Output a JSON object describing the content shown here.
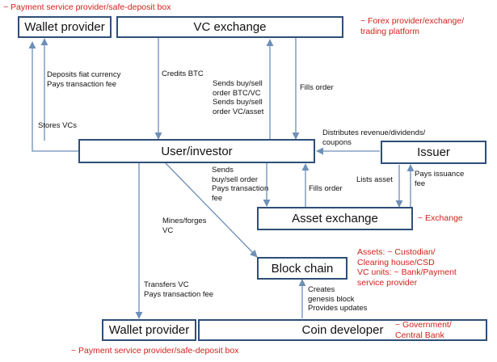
{
  "boxes": {
    "wallet_provider_top": "Wallet provider",
    "vc_exchange": "VC exchange",
    "user_investor": "User/investor",
    "issuer": "Issuer",
    "asset_exchange": "Asset exchange",
    "block_chain": "Block chain",
    "wallet_provider_bottom": "Wallet provider",
    "coin_developer": "Coin developer"
  },
  "edge_labels": {
    "deposits": "Deposits fiat currency\nPays transaction fee",
    "stores_vcs": "Stores VCs",
    "credits_btc": "Credits BTC",
    "sends_buy_sell": "Sends buy/sell\norder BTC/VC\nSends buy/sell\norder VC/asset",
    "fills_order_vc": "Fills order",
    "distributes": "Distributes revenue/dividends/\ncoupons",
    "sends_asset_order": "Sends\nbuy/sell order\nPays transaction\nfee",
    "fills_order_asset": "Fills order",
    "lists_asset": "Lists asset",
    "pays_issuance": "Pays issuance\nfee",
    "mines_forges": "Mines/forges\nVC",
    "transfers_vc": "Transfers VC\nPays transaction fee",
    "creates_genesis": "Creates\ngenesis block\nProvides updates"
  },
  "annotations": {
    "top_left": "~ Payment service provider/safe-deposit box",
    "forex": "~ Forex provider/exchange/\ntrading platform",
    "exchange": "~ Exchange",
    "assets": "Assets: ~ Custodian/\nClearing house/CSD\nVC units: ~ Bank/Payment\nservice provider",
    "government": "~ Government/\nCentral Bank",
    "bottom_left": "~ Payment service provider/safe-deposit box"
  },
  "colors": {
    "box_border": "#2e4e77",
    "arrow": "#6d8fb8",
    "annotation": "#d0221c"
  }
}
